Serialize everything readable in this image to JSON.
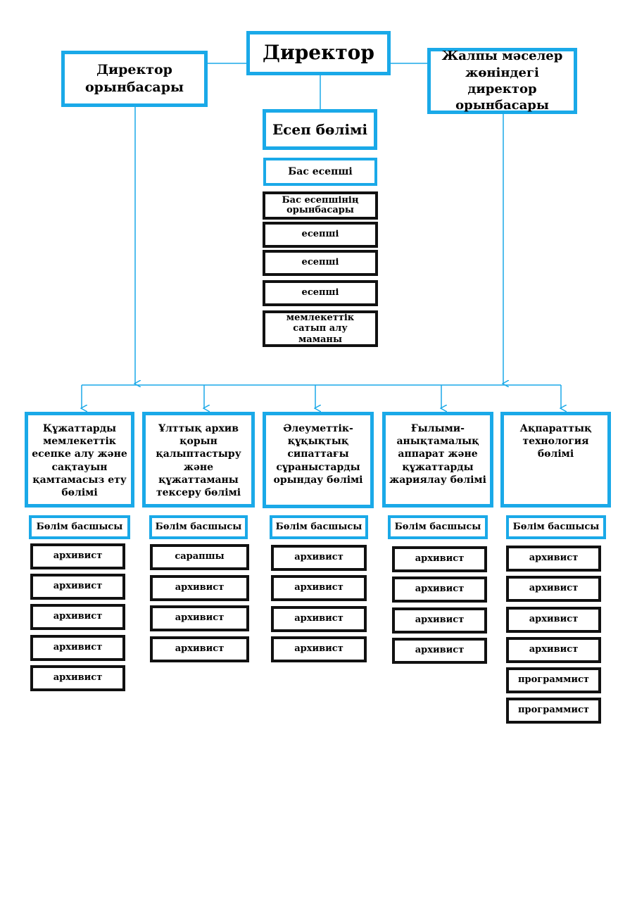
{
  "colors": {
    "accent": "#1aa9e8",
    "line": "#1aa9e8",
    "border_dark": "#111111"
  },
  "director": "Директор",
  "deputy_left": "Директор орынбасары",
  "deputy_right": "Жалпы мәселер жөніндегі директор орынбасары",
  "accounting": {
    "title": "Есеп бөлімі",
    "head": "Бас есепші",
    "staff": [
      "Бас есепшінің орынбасары",
      "есепші",
      "есепші",
      "есепші",
      "мемлекеттік сатып алу маманы"
    ]
  },
  "departments": [
    {
      "title": "Құжаттарды мемлекеттік есепке алу және сақтауын қамтамасыз ету бөлімі",
      "head": "Бөлім басшысы",
      "staff": [
        "архивист",
        "архивист",
        "архивист",
        "архивист",
        "архивист"
      ]
    },
    {
      "title": "Ұлттық архив қорын қалыптастыру және құжаттаманы тексеру бөлімі",
      "head": "Бөлім басшысы",
      "staff": [
        "сарапшы",
        "архивист",
        "архивист",
        "архивист"
      ]
    },
    {
      "title": "Әлеуметтік-құқықтық сипаттағы сұраныстарды орындау бөлімі",
      "head": "Бөлім басшысы",
      "staff": [
        "архивист",
        "архивист",
        "архивист",
        "архивист"
      ]
    },
    {
      "title": "Ғылыми-анықтамалық аппарат және құжаттарды жариялау бөлімі",
      "head": "Бөлім басшысы",
      "staff": [
        "архивист",
        "архивист",
        "архивист",
        "архивист"
      ]
    },
    {
      "title": "Ақпараттық технология бөлімі",
      "head": "Бөлім басшысы",
      "staff": [
        "архивист",
        "архивист",
        "архивист",
        "архивист",
        "программист",
        "программист"
      ]
    }
  ]
}
